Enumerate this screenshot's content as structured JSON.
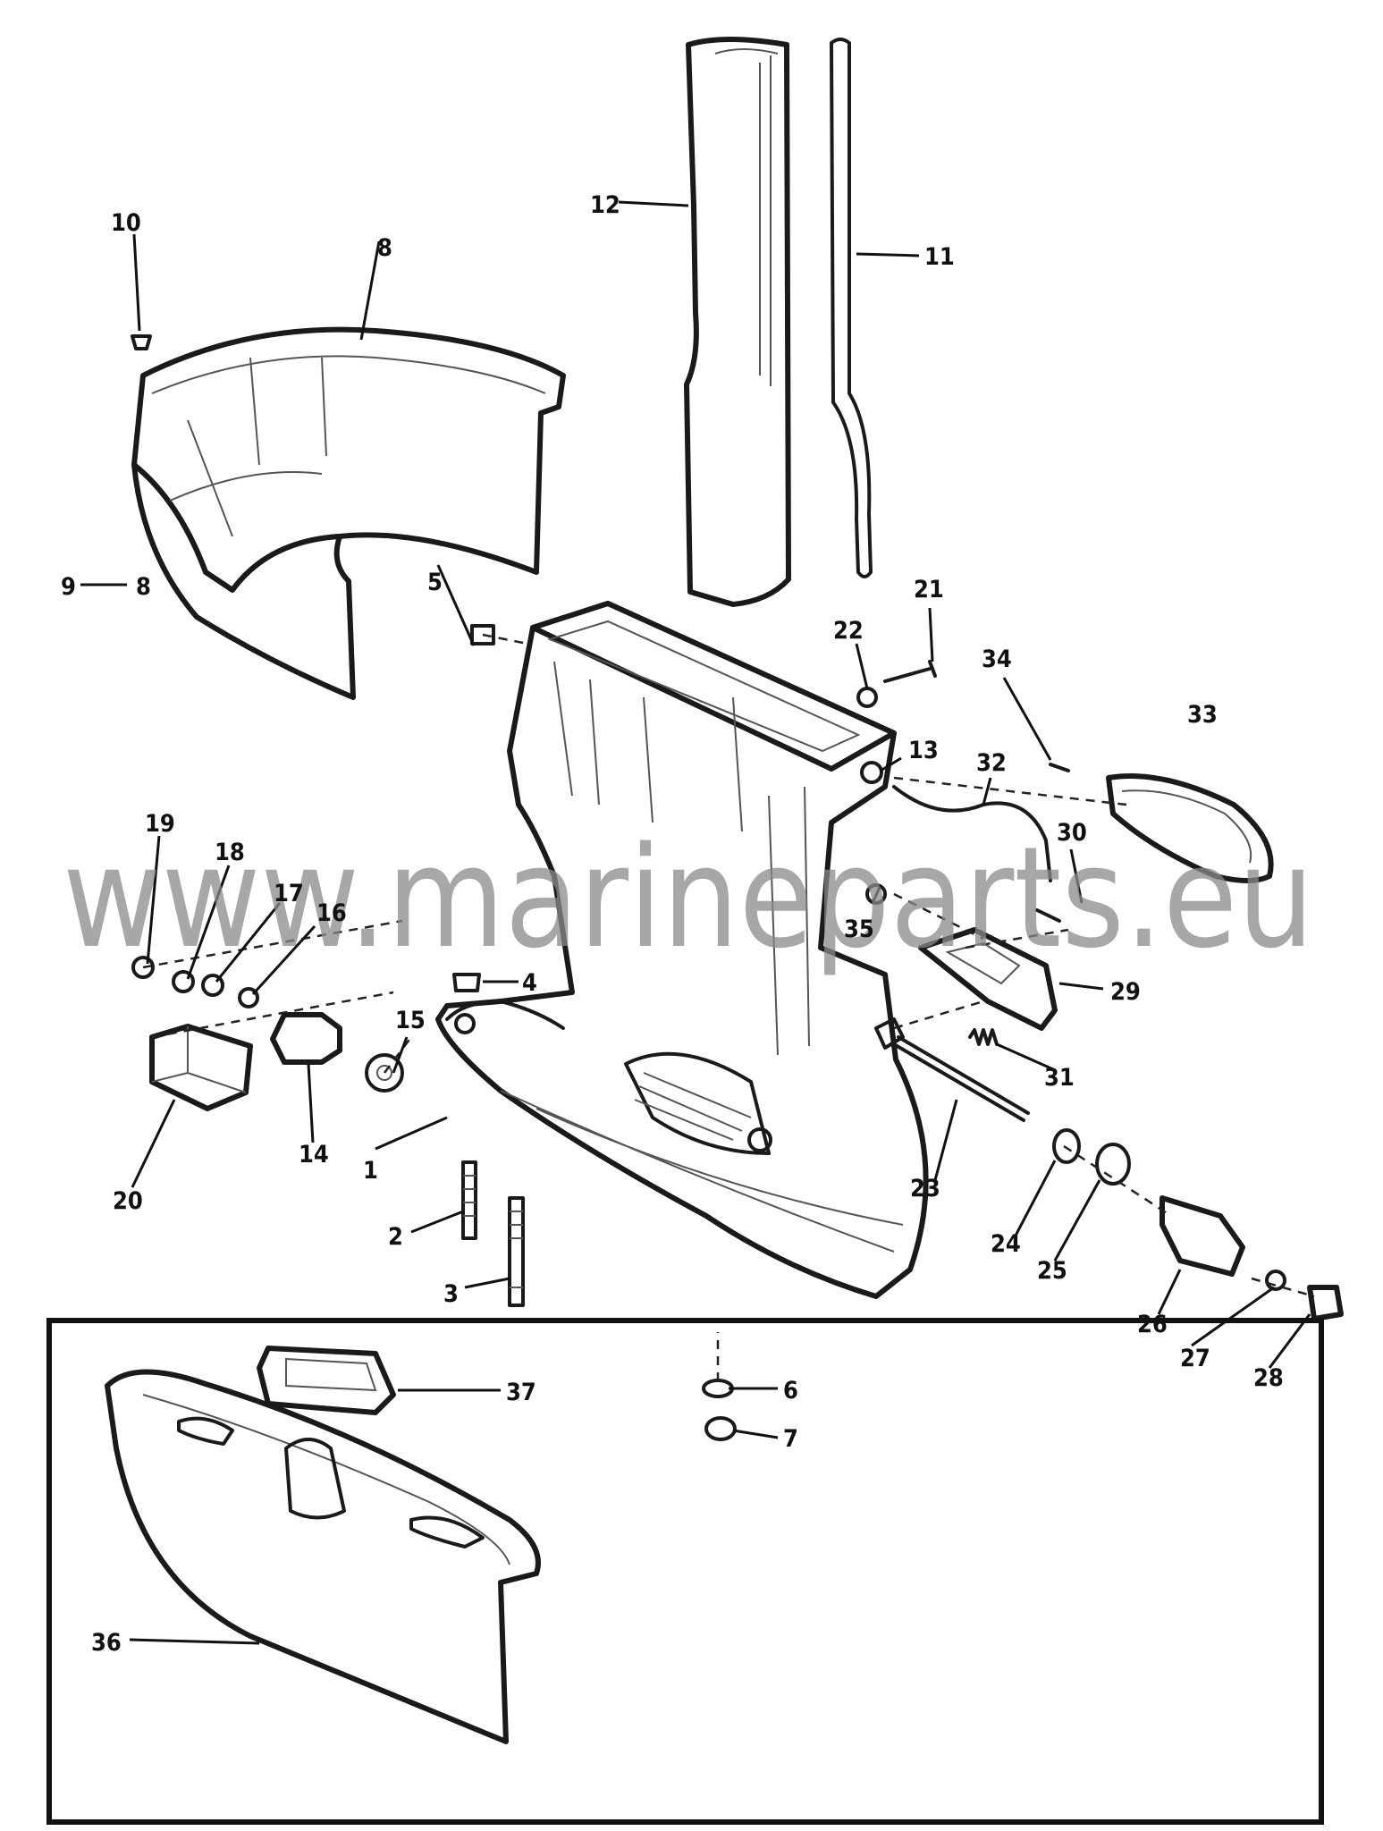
{
  "watermark": "www.marineparts.eu",
  "callouts": {
    "c1": "1",
    "c2": "2",
    "c3": "3",
    "c4": "4",
    "c5": "5",
    "c6": "6",
    "c7": "7",
    "c8a": "8",
    "c8b": "8",
    "c9": "9",
    "c10": "10",
    "c11": "11",
    "c12": "12",
    "c13": "13",
    "c14": "14",
    "c15": "15",
    "c16": "16",
    "c17": "17",
    "c18": "18",
    "c19": "19",
    "c20": "20",
    "c21": "21",
    "c22": "22",
    "c23": "23",
    "c24": "24",
    "c25": "25",
    "c26": "26",
    "c27": "27",
    "c28": "28",
    "c29": "29",
    "c30": "30",
    "c31": "31",
    "c32": "32",
    "c33": "33",
    "c34": "34",
    "c35": "35",
    "c36": "36",
    "c37": "37"
  },
  "colors": {
    "line": "#1a1a1a",
    "watermark": "#8a8a8a",
    "background": "#ffffff"
  }
}
